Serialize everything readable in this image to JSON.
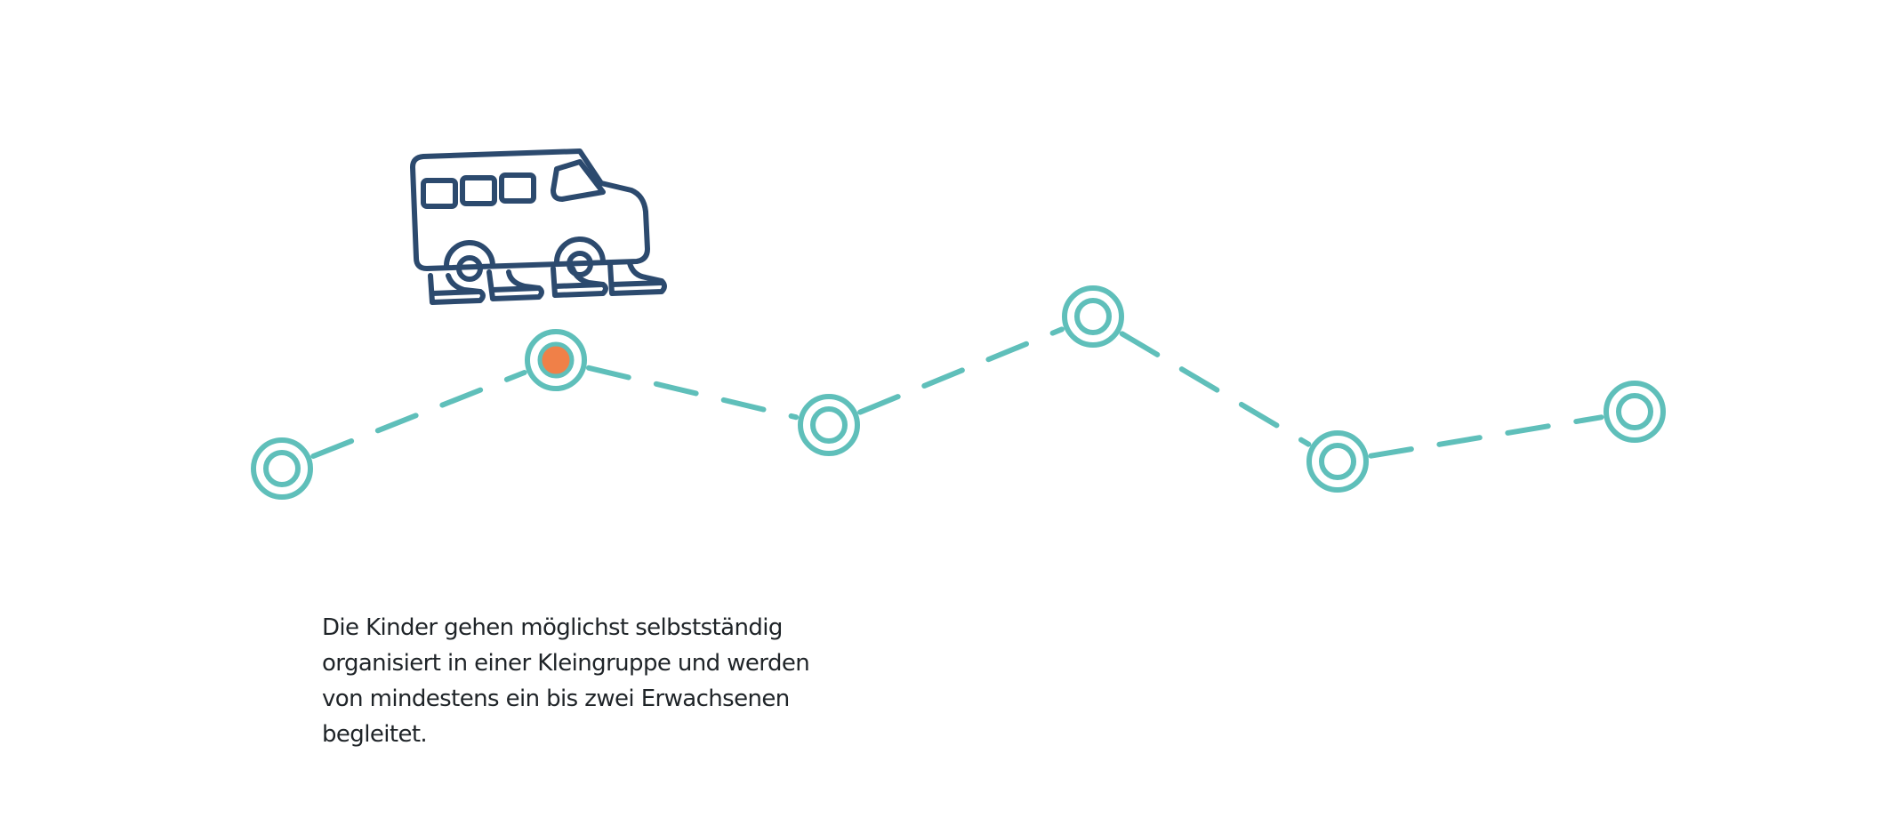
{
  "colors": {
    "route": "#5fbfba",
    "bus": "#2c4a6e",
    "current_stop": "#f08048",
    "text": "#1f2428",
    "background": "#ffffff"
  },
  "route": {
    "stop_count": 6,
    "current_stop_index": 1
  },
  "icons": {
    "vehicle": "bus-with-feet-icon",
    "stop": "stop-ring-icon",
    "current_stop": "current-stop-dot-icon"
  },
  "caption": {
    "line1": "Die Kinder gehen möglichst selbstständig",
    "line2": "organisiert in einer Kleingruppe und werden",
    "line3": "von mindestens ein bis zwei Erwachsenen",
    "line4": "begleitet."
  }
}
